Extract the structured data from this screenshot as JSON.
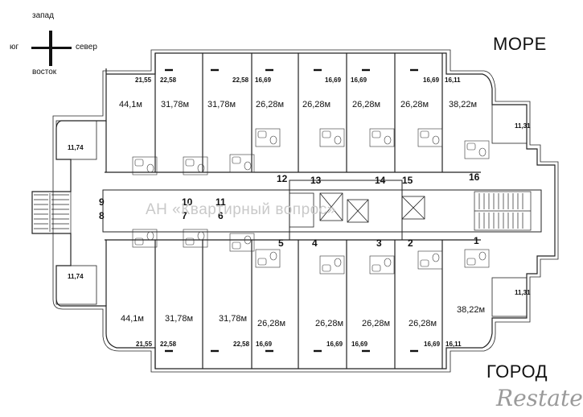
{
  "compass": {
    "top": "запад",
    "left": "юг",
    "right": "север",
    "bottom": "восток"
  },
  "labels": {
    "sea": "МОРЕ",
    "city": "ГОРОД",
    "watermark": "АН «Квартирный вопрос»",
    "logo": "Restate"
  },
  "areas": {
    "top": [
      "44,1м",
      "31,78м",
      "31,78м",
      "26,28м",
      "26,28м",
      "26,28м",
      "26,28м",
      "38,22м"
    ],
    "bottom": [
      "44,1м",
      "31,78м",
      "31,78м",
      "26,28м",
      "26,28м",
      "26,28м",
      "26,28м",
      "38,22м"
    ]
  },
  "heights": {
    "top": [
      "21,55",
      "22,58",
      "22,58",
      "16,69",
      "16,69",
      "16,69",
      "16,69",
      "16,11"
    ],
    "bottom": [
      "21,55",
      "22,58",
      "22,58",
      "16,69",
      "16,69",
      "16,69",
      "16,69",
      "16,11"
    ],
    "side": [
      "11,74",
      "11,31",
      "11,74",
      "11,31"
    ]
  },
  "unit_numbers": [
    "1",
    "2",
    "3",
    "4",
    "5",
    "6",
    "7",
    "8",
    "9",
    "10",
    "11",
    "12",
    "13",
    "14",
    "15",
    "16"
  ]
}
